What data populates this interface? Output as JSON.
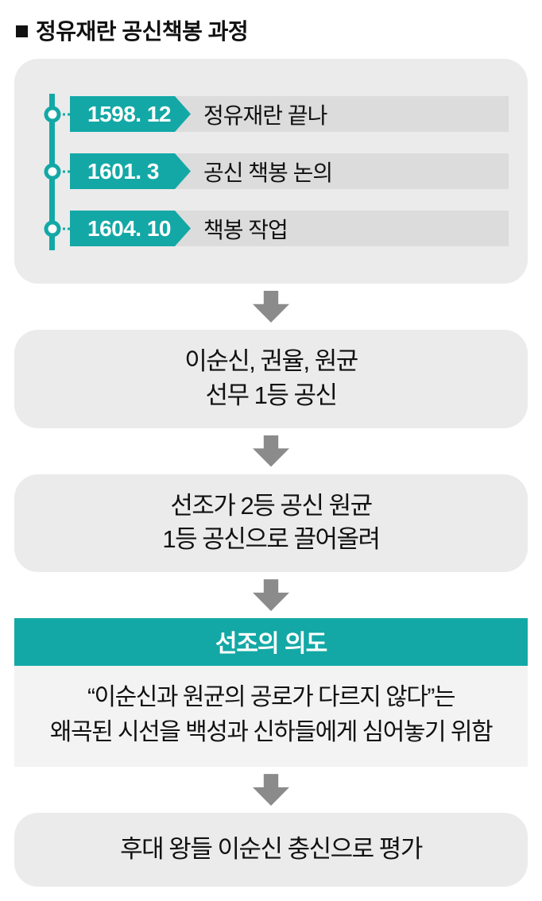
{
  "title": "정유재란 공신책봉 과정",
  "timeline": {
    "items": [
      {
        "date": "1598. 12",
        "label": "정유재란 끝나"
      },
      {
        "date": "1601. 3",
        "label": "공신 책봉 논의"
      },
      {
        "date": "1604. 10",
        "label": "책봉 작업"
      }
    ]
  },
  "flow": [
    {
      "lines": [
        "이순신, 권율, 원균",
        "선무 1등 공신"
      ]
    },
    {
      "lines": [
        "선조가 2등 공신 원균",
        "1등 공신으로 끌어올려"
      ]
    },
    {
      "header": "선조의 의도",
      "lines": [
        "“이순신과 원균의 공로가 다르지 않다”는",
        "왜곡된 시선을 백성과 신하들에게 심어놓기 위함"
      ]
    },
    {
      "lines": [
        "후대 왕들 이순신 충신으로 평가"
      ]
    }
  ],
  "colors": {
    "teal": "#13a8a6",
    "box_gray": "#ebebeb",
    "bar_gray": "#dcdcdc",
    "arrow_gray": "#8b8b8b"
  }
}
